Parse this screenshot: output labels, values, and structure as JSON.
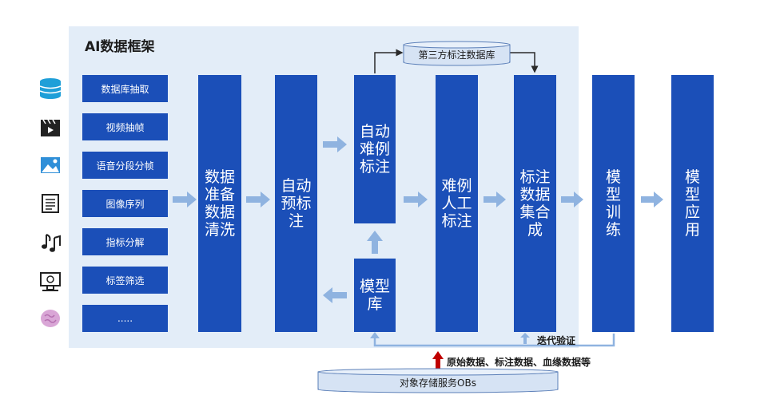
{
  "title": "AI数据框架",
  "inputs": [
    "数据库抽取",
    "视频抽帧",
    "语音分段分帧",
    "图像序列",
    "指标分解",
    "标签筛选",
    "....."
  ],
  "stages": {
    "prep": "数据准备数据清洗",
    "auto_prelabel": "自动预标注",
    "auto_hard": "自动难例标注",
    "model_lib": "模型库",
    "manual_hard": "难例人工标注",
    "dataset": "标注数据集合成",
    "training": "模型训练",
    "application": "模型应用"
  },
  "third_party_db": "第三方标注数据库",
  "storage": "对象存储服务OBs",
  "iteration_label": "迭代验证",
  "storage_note": "原始数据、标注数据、血缘数据等",
  "icons": [
    "database-icon",
    "video-clapper-icon",
    "image-icon",
    "document-icon",
    "music-note-icon",
    "monitor-icon",
    "brain-icon"
  ],
  "colors": {
    "box": "#1b4fb8",
    "panel": "#e3edf8",
    "arrow": "#8fb3e0",
    "up_arrow": "#c00000"
  }
}
